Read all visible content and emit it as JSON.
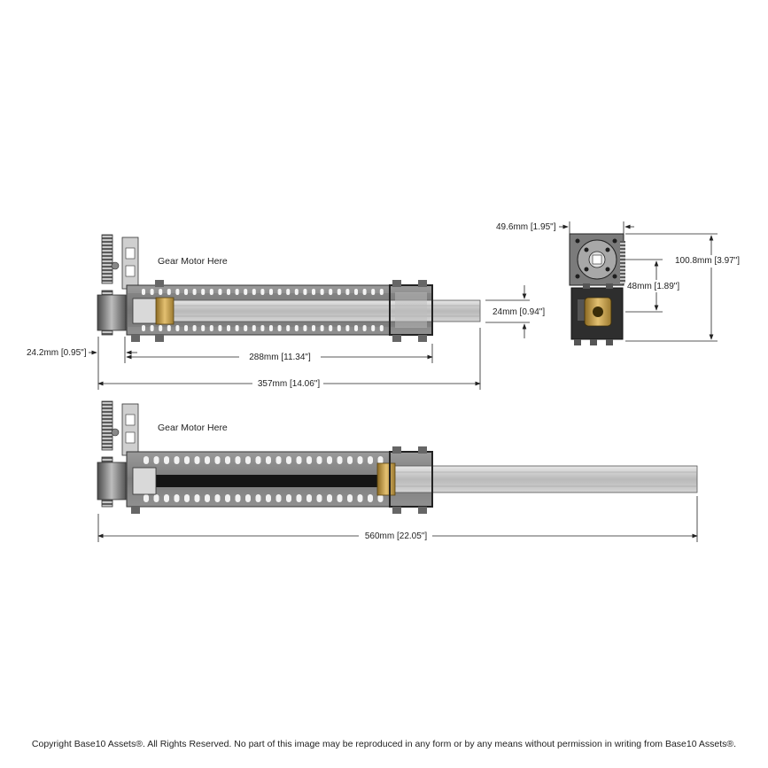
{
  "labels": {
    "gear_motor_top": "Gear Motor Here",
    "gear_motor_bottom": "Gear Motor Here"
  },
  "dimensions": {
    "rail_width": "24mm [0.94\"]",
    "motor_offset": "24.2mm [0.95\"]",
    "channel_length": "288mm [11.34\"]",
    "retracted_length": "357mm [14.06\"]",
    "extended_length": "560mm [22.05\"]",
    "end_width": "49.6mm [1.95\"]",
    "end_height": "100.8mm [3.97\"]",
    "end_center": "48mm [1.89\"]"
  },
  "footer": {
    "copyright": "Copyright Base10 Assets®.  All Rights Reserved. No part of this image may be reproduced in any form or by any means without permission in writing from Base10 Assets®."
  },
  "colors": {
    "dimension_line": "#222222",
    "channel": "#8a8a8a",
    "rail": "#c4c4c4",
    "brass": "#c9a24a",
    "dark_metal": "#3a3a3a"
  }
}
